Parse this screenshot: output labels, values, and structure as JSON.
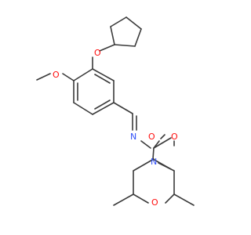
{
  "molecule": {
    "atoms": [
      {
        "id": "O1",
        "label": "O",
        "color": "#ff0d0d"
      },
      {
        "id": "O2",
        "label": "O",
        "color": "#ff0d0d"
      },
      {
        "id": "N1",
        "label": "N",
        "color": "#3050f8"
      },
      {
        "id": "O3",
        "label": "O",
        "color": "#ff0d0d"
      },
      {
        "id": "O4",
        "label": "O",
        "color": "#ff0d0d"
      },
      {
        "id": "N2",
        "label": "N",
        "color": "#3050f8"
      },
      {
        "id": "O5",
        "label": "O",
        "color": "#ff0d0d"
      }
    ],
    "colors": {
      "bond": "#3a3a3a",
      "oxygen": "#ff0d0d",
      "nitrogen": "#3050f8",
      "background": "#ffffff"
    }
  }
}
